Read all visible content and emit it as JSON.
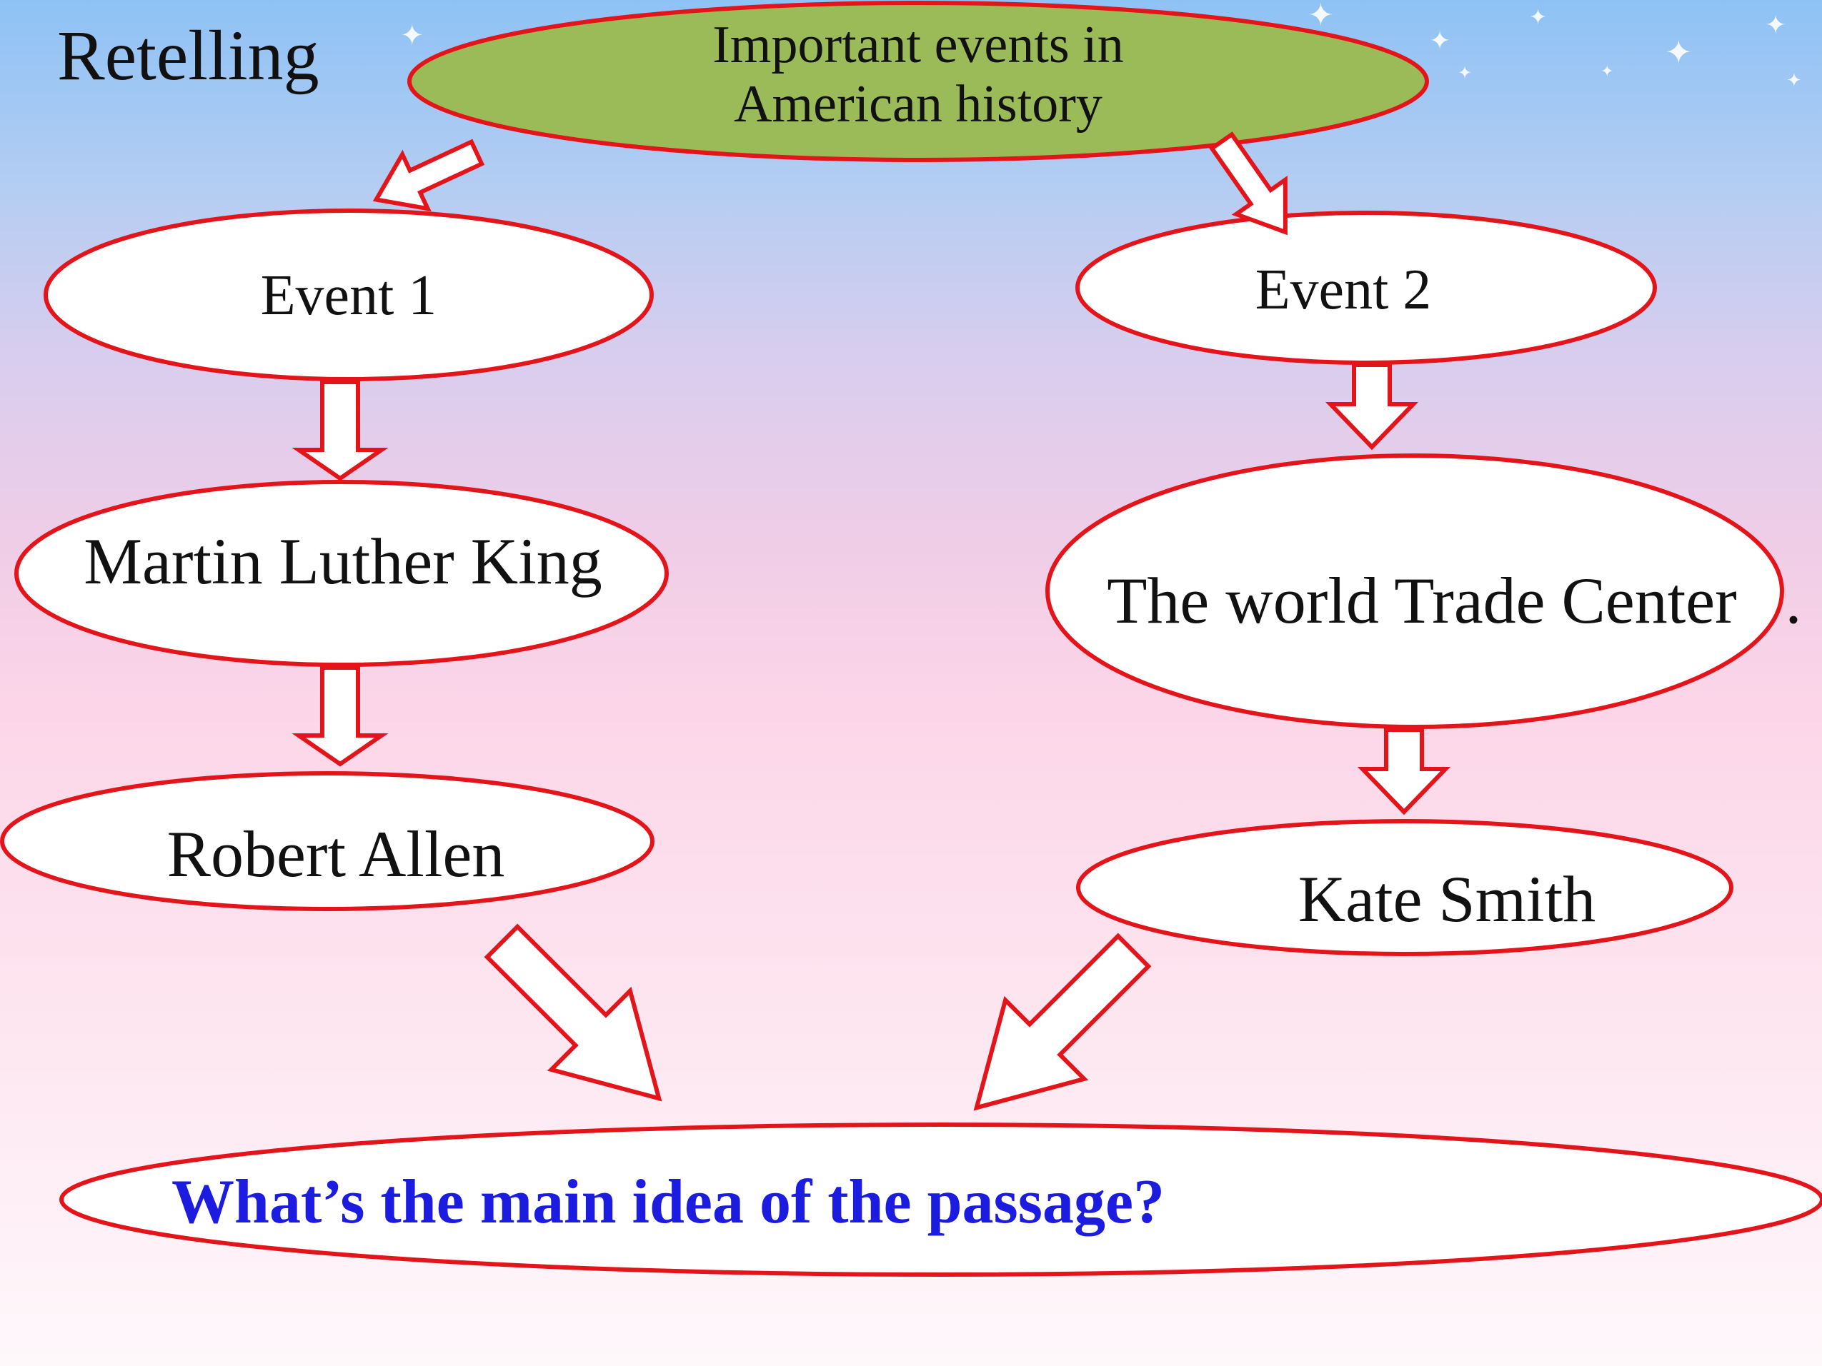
{
  "slide": {
    "title": "Retelling",
    "root": {
      "line1": "Important events in",
      "line2": "American history"
    },
    "event1": "Event 1",
    "event2": "Event 2",
    "left_person": "Martin Luther King",
    "left_bottom": "Robert Allen",
    "right_place": "The world Trade Center",
    "right_dot": ".",
    "right_bottom": "Kate Smith",
    "question": "What’s the main idea of the passage?"
  },
  "colors": {
    "outline": "#e3151b",
    "root_fill": "#9bbb59",
    "node_fill": "#ffffff",
    "question_text": "#1c1ce0"
  },
  "icons": [
    "star-icon",
    "arrow-icon"
  ]
}
